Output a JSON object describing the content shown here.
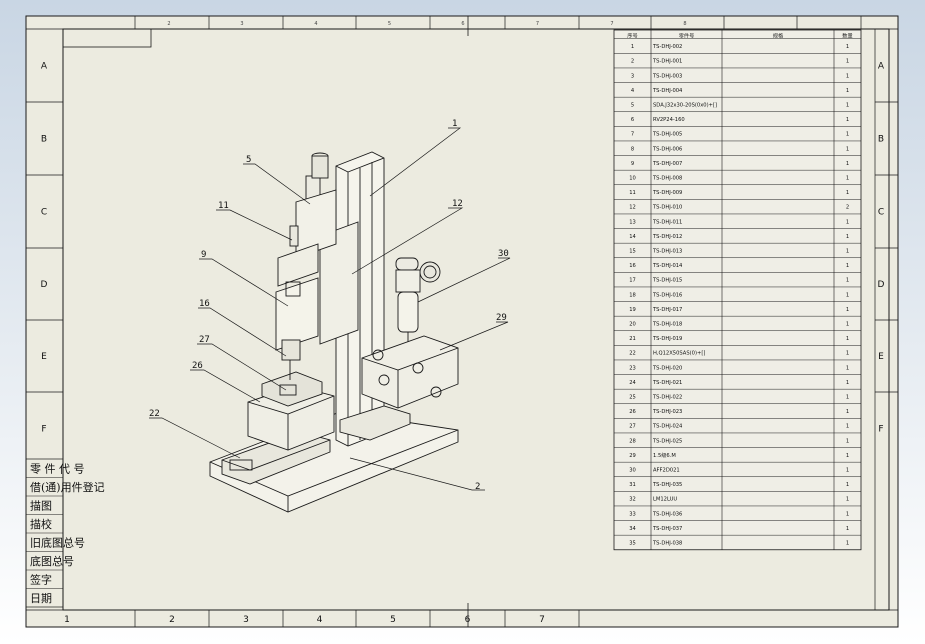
{
  "sheet": {
    "top_columns": [
      "2",
      "3",
      "4",
      "5",
      "6",
      "7",
      "7",
      "8",
      "",
      "",
      ""
    ],
    "bottom_columns": [
      "1",
      "2",
      "3",
      "4",
      "5",
      "6",
      "7"
    ],
    "left_rows": [
      "A",
      "B",
      "C",
      "D",
      "E",
      "F"
    ],
    "right_rows": [
      "A",
      "B",
      "C",
      "D",
      "E",
      "F"
    ]
  },
  "bom": {
    "headers": [
      "序号",
      "零件号",
      "规格",
      "数量"
    ],
    "rows": [
      {
        "no": "1",
        "part": "TS-DHJ-002",
        "spec": "",
        "qty": "1"
      },
      {
        "no": "2",
        "part": "TS-DHJ-001",
        "spec": "",
        "qty": "1"
      },
      {
        "no": "3",
        "part": "TS-DHJ-003",
        "spec": "",
        "qty": "1"
      },
      {
        "no": "4",
        "part": "TS-DHJ-004",
        "spec": "",
        "qty": "1"
      },
      {
        "no": "5",
        "part": "SDA.J32x30-20S(0x0)+[]",
        "spec": "",
        "qty": "1"
      },
      {
        "no": "6",
        "part": "RV2P24-160",
        "spec": "",
        "qty": "1"
      },
      {
        "no": "7",
        "part": "TS-DHJ-005",
        "spec": "",
        "qty": "1"
      },
      {
        "no": "8",
        "part": "TS-DHJ-006",
        "spec": "",
        "qty": "1"
      },
      {
        "no": "9",
        "part": "TS-DHJ-007",
        "spec": "",
        "qty": "1"
      },
      {
        "no": "10",
        "part": "TS-DHJ-008",
        "spec": "",
        "qty": "1"
      },
      {
        "no": "11",
        "part": "TS-DHJ-009",
        "spec": "",
        "qty": "1"
      },
      {
        "no": "12",
        "part": "TS-DHJ-010",
        "spec": "",
        "qty": "2"
      },
      {
        "no": "13",
        "part": "TS-DHJ-011",
        "spec": "",
        "qty": "1"
      },
      {
        "no": "14",
        "part": "TS-DHJ-012",
        "spec": "",
        "qty": "1"
      },
      {
        "no": "15",
        "part": "TS-DHJ-013",
        "spec": "",
        "qty": "1"
      },
      {
        "no": "16",
        "part": "TS-DHJ-014",
        "spec": "",
        "qty": "1"
      },
      {
        "no": "17",
        "part": "TS-DHJ-015",
        "spec": "",
        "qty": "1"
      },
      {
        "no": "18",
        "part": "TS-DHJ-016",
        "spec": "",
        "qty": "1"
      },
      {
        "no": "19",
        "part": "TS-DHJ-017",
        "spec": "",
        "qty": "1"
      },
      {
        "no": "20",
        "part": "TS-DHJ-018",
        "spec": "",
        "qty": "1"
      },
      {
        "no": "21",
        "part": "TS-DHJ-019",
        "spec": "",
        "qty": "1"
      },
      {
        "no": "22",
        "part": "H,Q12X50SAS(0)+[]",
        "spec": "",
        "qty": "1"
      },
      {
        "no": "23",
        "part": "TS-DHJ-020",
        "spec": "",
        "qty": "1"
      },
      {
        "no": "24",
        "part": "TS-DHJ-021",
        "spec": "",
        "qty": "1"
      },
      {
        "no": "25",
        "part": "TS-DHJ-022",
        "spec": "",
        "qty": "1"
      },
      {
        "no": "26",
        "part": "TS-DHJ-023",
        "spec": "",
        "qty": "1"
      },
      {
        "no": "27",
        "part": "TS-DHJ-024",
        "spec": "",
        "qty": "1"
      },
      {
        "no": "28",
        "part": "TS-DHJ-025",
        "spec": "",
        "qty": "1"
      },
      {
        "no": "29",
        "part": "1.5级6.M",
        "spec": "",
        "qty": "1"
      },
      {
        "no": "30",
        "part": "AFF2D021",
        "spec": "",
        "qty": "1"
      },
      {
        "no": "31",
        "part": "TS-DHJ-035",
        "spec": "",
        "qty": "1"
      },
      {
        "no": "32",
        "part": "LM12LUU",
        "spec": "",
        "qty": "1"
      },
      {
        "no": "33",
        "part": "TS-DHJ-036",
        "spec": "",
        "qty": "1"
      },
      {
        "no": "34",
        "part": "TS-DHJ-037",
        "spec": "",
        "qty": "1"
      },
      {
        "no": "35",
        "part": "TS-DHJ-038",
        "spec": "",
        "qty": "1"
      }
    ]
  },
  "callouts": [
    "1",
    "5",
    "11",
    "12",
    "30",
    "9",
    "16",
    "29",
    "27",
    "26",
    "22",
    "2"
  ],
  "stamp": [
    "零 件 代 号",
    "借(通)用件登记",
    "描图",
    "描校",
    "旧底图总号",
    "底图总号",
    "签字",
    "日期"
  ],
  "colors": {
    "paper": "#ecebe0",
    "line": "#1a1a1a",
    "bg_top": "#c9d6e4"
  }
}
